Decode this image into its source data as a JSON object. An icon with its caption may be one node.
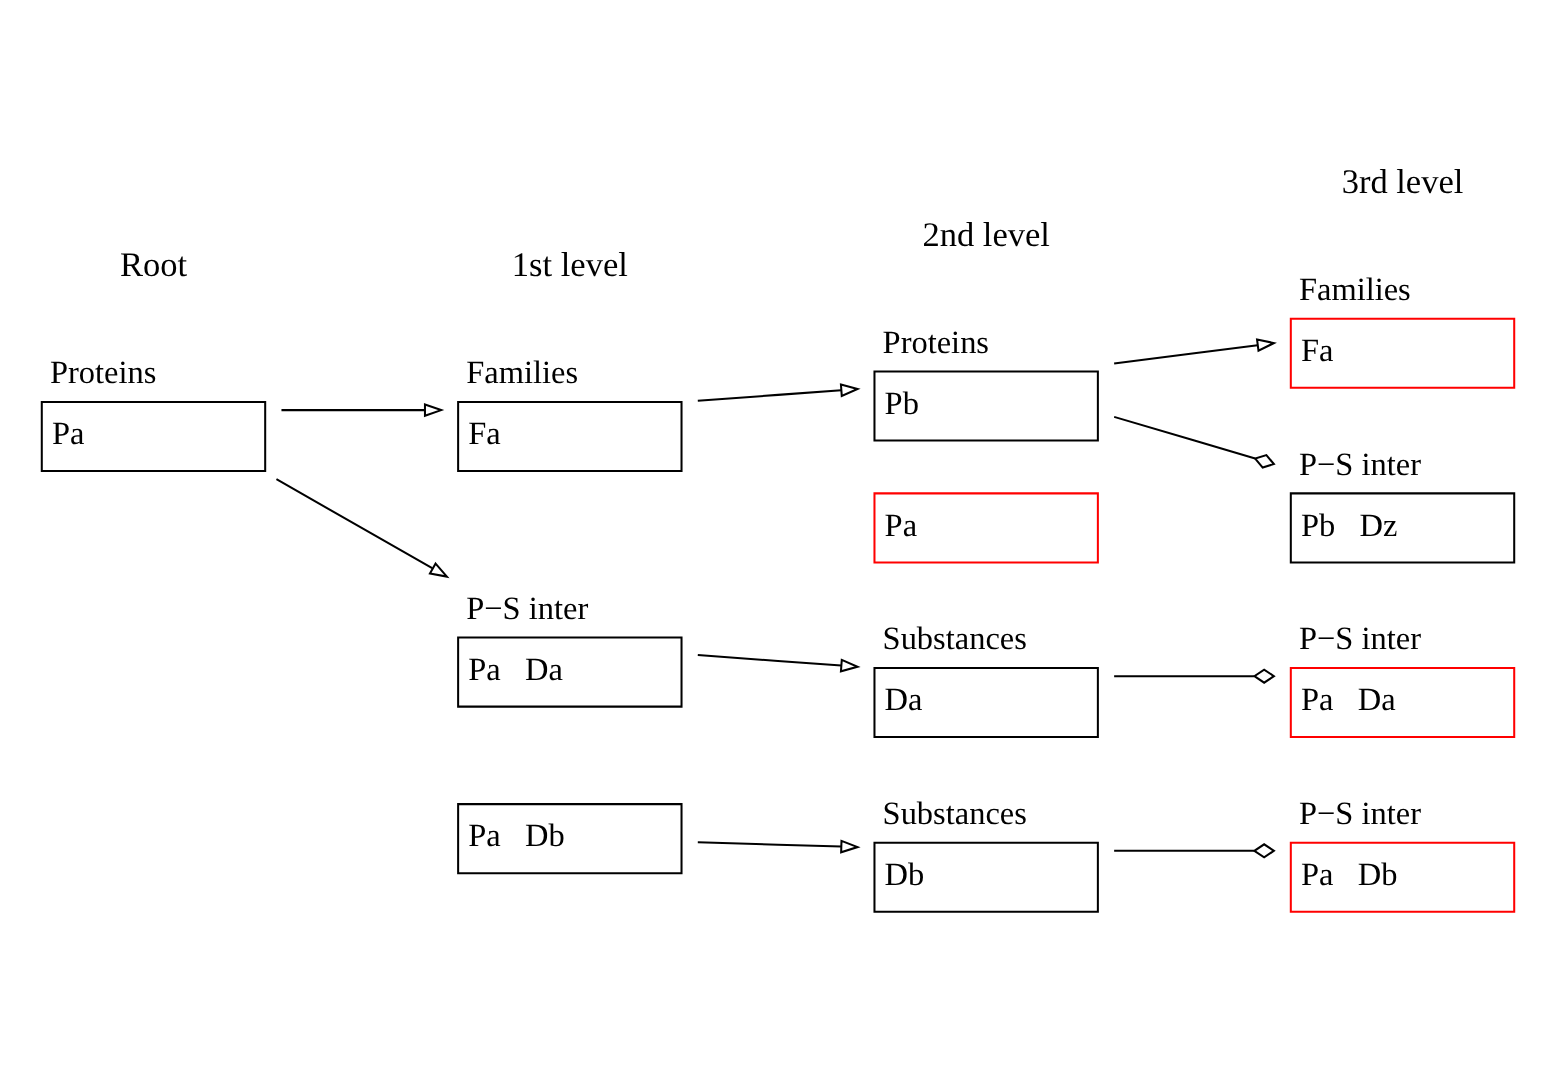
{
  "diagram": {
    "nodes": [
      {
        "text": [
          "Proteins",
          "Pa"
        ]
      },
      {
        "text": [
          "Families",
          "Fa"
        ]
      },
      {
        "text": [
          "Proteins",
          "Pb"
        ]
      },
      {
        "text": [
          "Pa"
        ]
      },
      {
        "text": [
          "Families",
          "Fa"
        ]
      },
      {
        "text": [
          "P−S inter",
          "Pb   Dz"
        ]
      },
      {
        "text": [
          "P−S inter",
          "Pa   Da"
        ]
      },
      {
        "text": [
          "Pa   Db"
        ]
      },
      {
        "text": [
          "Substances",
          "Da"
        ]
      },
      {
        "text": [
          "P−S inter",
          "Pa   Da"
        ]
      },
      {
        "text": [
          "Substances",
          "Db"
        ]
      },
      {
        "text": [
          "P−S inter",
          "Pa   Db"
        ]
      }
    ],
    "edges": [
      {
        "from": 0,
        "to": 1,
        "arrow": "to"
      },
      {
        "from": 0,
        "to": 6,
        "arrow": "to"
      },
      {
        "from": 1,
        "to": 2,
        "arrow": "to"
      },
      {
        "from": 2,
        "to": 4,
        "arrow": "to"
      },
      {
        "from": 2,
        "to": 5,
        "arrow": "other"
      },
      {
        "from": 6,
        "to": 8,
        "arrow": "to"
      },
      {
        "from": 7,
        "to": 10,
        "arrow": "to"
      },
      {
        "from": 8,
        "to": 9,
        "arrow": "other"
      },
      {
        "from": 10,
        "to": 11,
        "arrow": "other"
      }
    ],
    "labels": [
      "Root",
      "1st level",
      "2nd level",
      "3rd level"
    ]
  }
}
